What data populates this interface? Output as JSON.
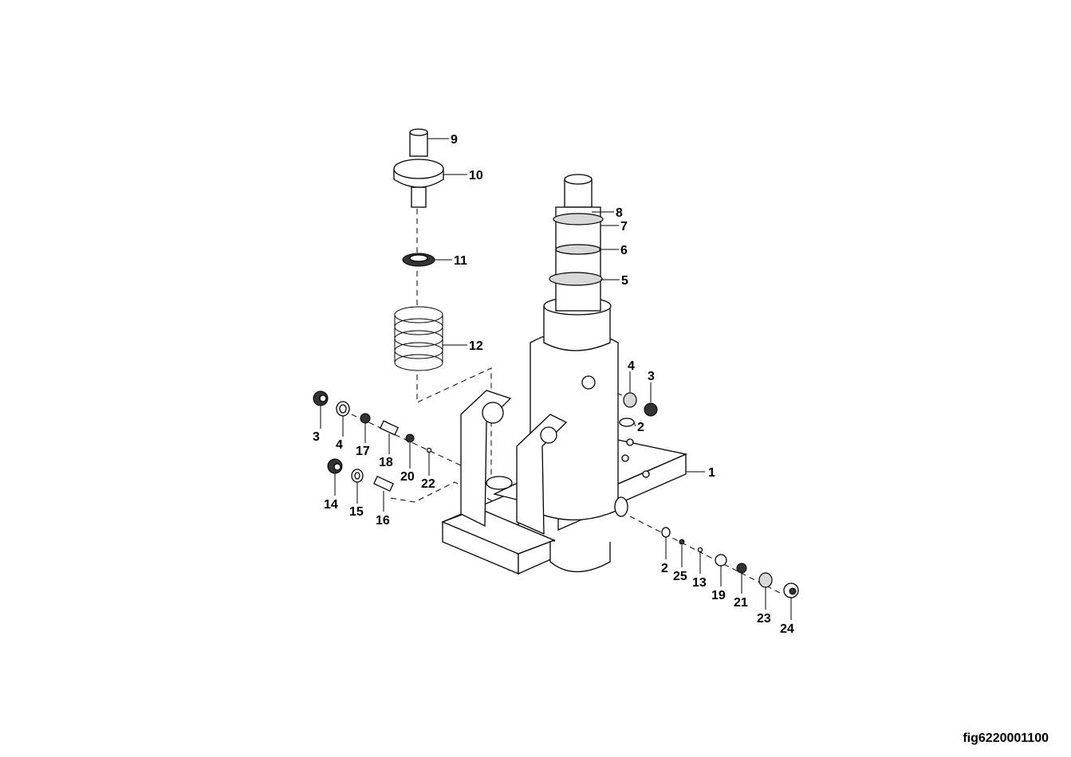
{
  "figure_id": "fig6220001100",
  "callouts": {
    "c9": "9",
    "c10": "10",
    "c11": "11",
    "c12": "12",
    "c8": "8",
    "c7": "7",
    "c6": "6",
    "c5": "5",
    "c4a": "4",
    "c3a": "3",
    "c2a": "2",
    "c1": "1",
    "c3b": "3",
    "c4b": "4",
    "c17": "17",
    "c18": "18",
    "c20": "20",
    "c22": "22",
    "c14": "14",
    "c15": "15",
    "c16": "16",
    "c2b": "2",
    "c25": "25",
    "c13": "13",
    "c19": "19",
    "c21": "21",
    "c23": "23",
    "c24": "24"
  }
}
